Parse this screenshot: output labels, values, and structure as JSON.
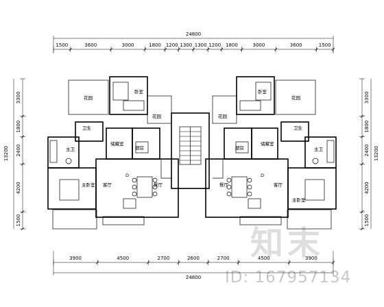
{
  "top": {
    "total": "24800",
    "segments": [
      "1500",
      "3600",
      "3000",
      "1800",
      "1200",
      "1300",
      "1300",
      "1200",
      "1800",
      "3000",
      "3600",
      "1500"
    ]
  },
  "bottom": {
    "total": "24800",
    "segments": [
      "3900",
      "4500",
      "2700",
      "2600",
      "2700",
      "4500",
      "3900"
    ]
  },
  "left": {
    "total": "13200",
    "segments": [
      "3300",
      "1800",
      "2400",
      "4200",
      "1500"
    ]
  },
  "right": {
    "total": "13200",
    "segments": [
      "3300",
      "1800",
      "2400",
      "4200",
      "1500"
    ]
  },
  "rooms": {
    "garden": "花园",
    "bedroom2": "卧室",
    "stair_garden": "花园",
    "bath": "卫生",
    "master_bath": "主卫",
    "storage": "储藏室",
    "kitchen": "厨房",
    "master_bedroom": "主卧室",
    "living": "客厅",
    "dining": "餐厅",
    "unit": "D"
  },
  "watermark": {
    "logo": "知末",
    "id": "ID: 167957134"
  }
}
